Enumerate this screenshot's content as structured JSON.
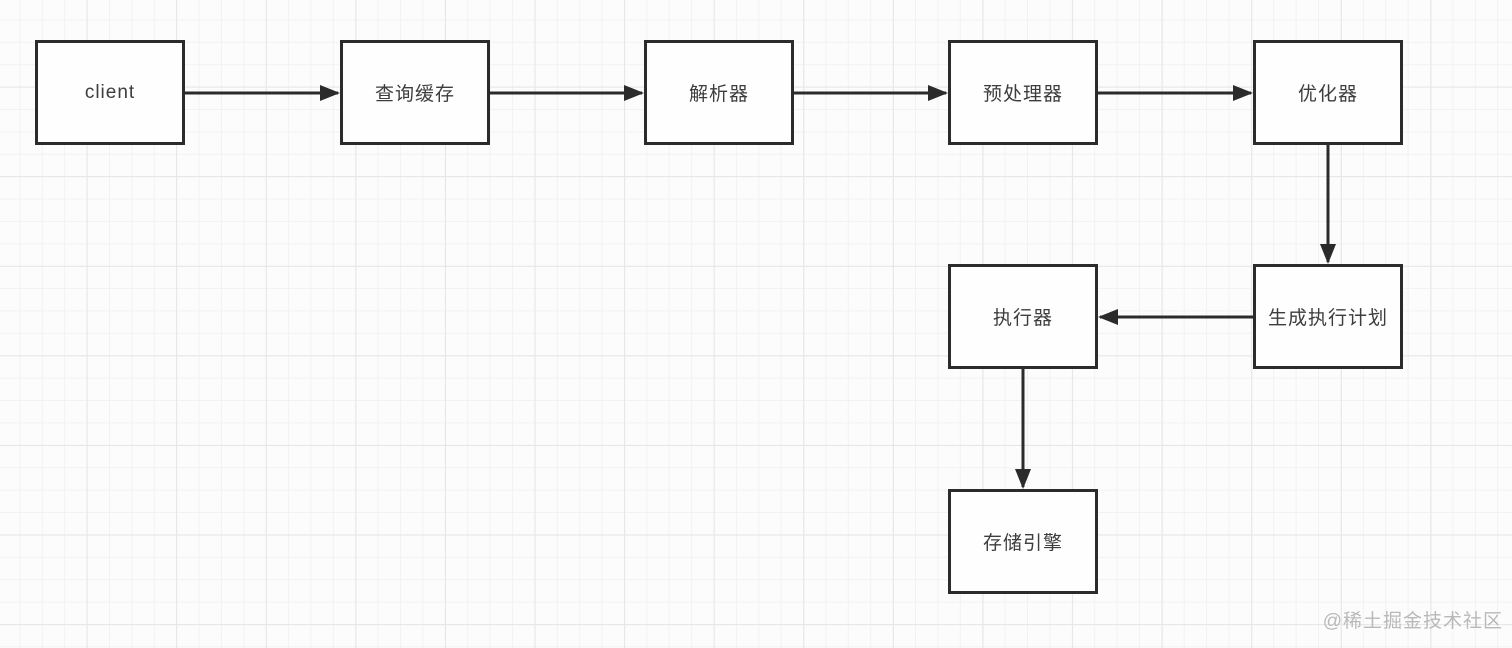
{
  "diagram": {
    "type": "flowchart",
    "nodes": [
      {
        "id": "client",
        "label": "client"
      },
      {
        "id": "query-cache",
        "label": "查询缓存"
      },
      {
        "id": "parser",
        "label": "解析器"
      },
      {
        "id": "preprocessor",
        "label": "预处理器"
      },
      {
        "id": "optimizer",
        "label": "优化器"
      },
      {
        "id": "exec-plan",
        "label": "生成执行计划"
      },
      {
        "id": "executor",
        "label": "执行器"
      },
      {
        "id": "storage-engine",
        "label": "存储引擎"
      }
    ],
    "edges": [
      {
        "from": "client",
        "to": "query-cache",
        "direction": "right"
      },
      {
        "from": "query-cache",
        "to": "parser",
        "direction": "right"
      },
      {
        "from": "parser",
        "to": "preprocessor",
        "direction": "right"
      },
      {
        "from": "preprocessor",
        "to": "optimizer",
        "direction": "right"
      },
      {
        "from": "optimizer",
        "to": "exec-plan",
        "direction": "down"
      },
      {
        "from": "exec-plan",
        "to": "executor",
        "direction": "left"
      },
      {
        "from": "executor",
        "to": "storage-engine",
        "direction": "down"
      }
    ],
    "colors": {
      "node_border": "#2b2b2b",
      "node_fill": "#fefefe",
      "edge_stroke": "#2b2b2b",
      "text": "#3d3d3d",
      "grid_major": "#e6e6e6",
      "grid_minor": "#f2f2f2",
      "watermark": "#b9b9b9"
    }
  },
  "watermark": {
    "text": "@稀土掘金技术社区"
  }
}
